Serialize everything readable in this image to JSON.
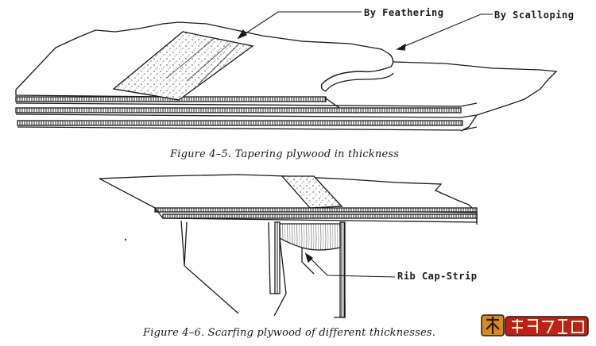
{
  "figure_top": {
    "labels": {
      "feathering": "By Feathering",
      "scalloping": "By Scalloping"
    },
    "caption": "Figure 4–5. Tapering plywood in thickness"
  },
  "figure_bottom": {
    "labels": {
      "rib_cap_strip": "Rib Cap-Strip"
    },
    "caption": "Figure 4–6. Scarfing plywood of different thicknesses."
  },
  "watermark": {
    "text": "木工爱好者",
    "colors": {
      "wood": "#d98a1c",
      "red": "#c0201a",
      "dark": "#2a1a0a"
    }
  },
  "colors": {
    "ink": "#1a1a1a",
    "paper": "#ffffff"
  }
}
